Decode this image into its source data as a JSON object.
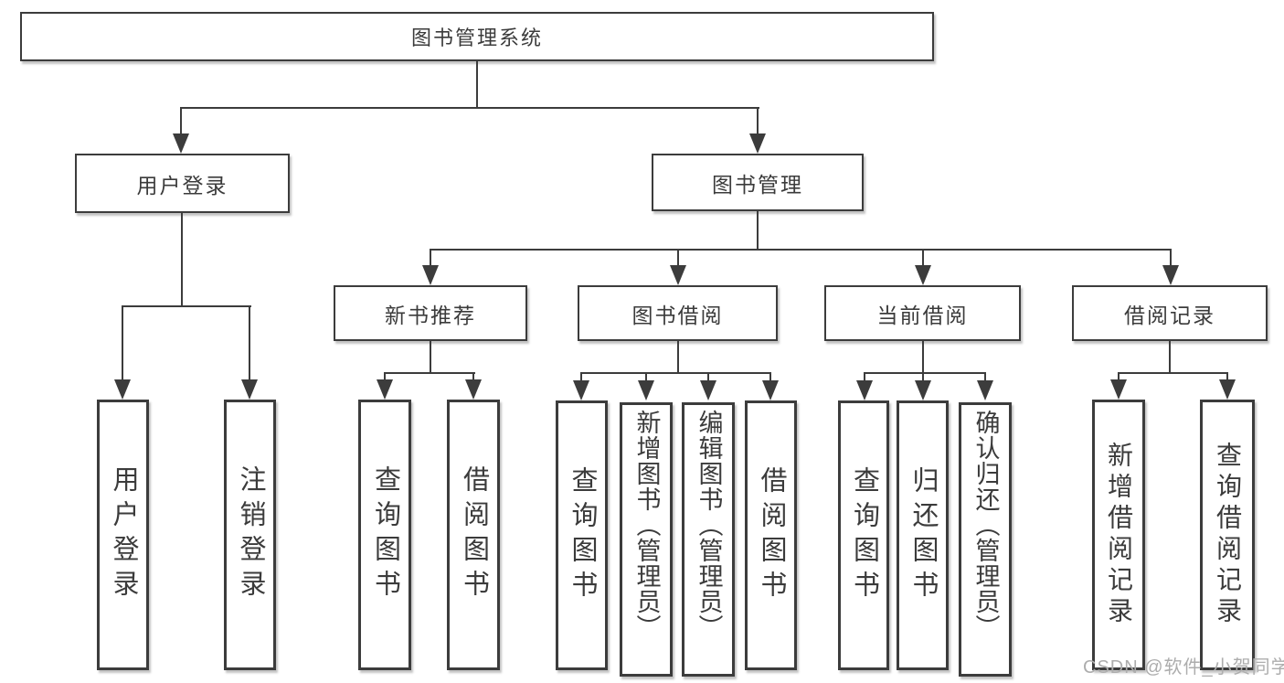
{
  "diagram": {
    "title": "图书管理系统",
    "type": "hierarchy-tree",
    "tree": {
      "root": "图书管理系统",
      "level2": [
        "用户登录",
        "图书管理"
      ],
      "level3": [
        "新书推荐",
        "图书借阅",
        "当前借阅",
        "借阅记录"
      ],
      "leaves_user_login": [
        "用户登录",
        "注销登录"
      ],
      "leaves_new_book": [
        "查询图书",
        "借阅图书"
      ],
      "leaves_book_borrow": [
        "查询图书",
        "新增图书（管理员）",
        "编辑图书（管理员）",
        "借阅图书"
      ],
      "leaves_current_borrow": [
        "查询图书",
        "归还图书",
        "确认归还（管理员）"
      ],
      "leaves_borrow_records": [
        "新增借阅记录",
        "查询借阅记录"
      ]
    }
  },
  "watermark": "CSDN @软件_小贺同学",
  "colors": {
    "line": "#3c3c3c",
    "text": "#3b3b3b",
    "watermark": "#adadad",
    "background": "#ffffff"
  }
}
